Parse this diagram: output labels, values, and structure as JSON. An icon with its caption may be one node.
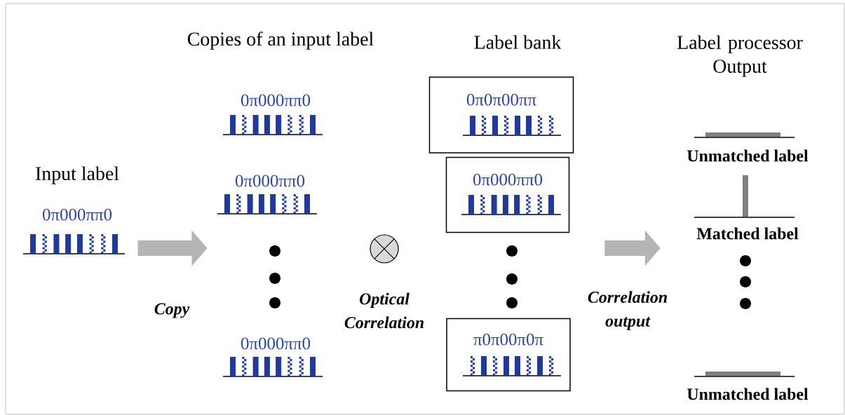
{
  "diagram": {
    "nodes": [
      {
        "text": [
          "Input label",
          "0π000ππ0"
        ]
      },
      {
        "text": [
          "0π000ππ0"
        ]
      },
      {
        "text": [
          "0π000ππ0"
        ]
      },
      {
        "text": [
          "0π000ππ0"
        ]
      },
      {
        "text": [
          "0π0π00ππ"
        ]
      },
      {
        "text": [
          "0π000ππ0"
        ]
      },
      {
        "text": [
          "π0π00π0π"
        ]
      },
      {
        "text": [
          "Unmatched label"
        ]
      },
      {
        "text": [
          "Matched label"
        ]
      },
      {
        "text": [
          "Unmatched label"
        ]
      }
    ],
    "edges": [
      {
        "from": 0,
        "to": 2,
        "arrow": "to",
        "label": "Copy"
      },
      {
        "from": 5,
        "to": 8,
        "arrow": "to",
        "label": "Correlation output"
      }
    ],
    "labels": [
      "Copies of an input label",
      "Label bank",
      "Label processor Output",
      "Optical Correlation"
    ]
  }
}
